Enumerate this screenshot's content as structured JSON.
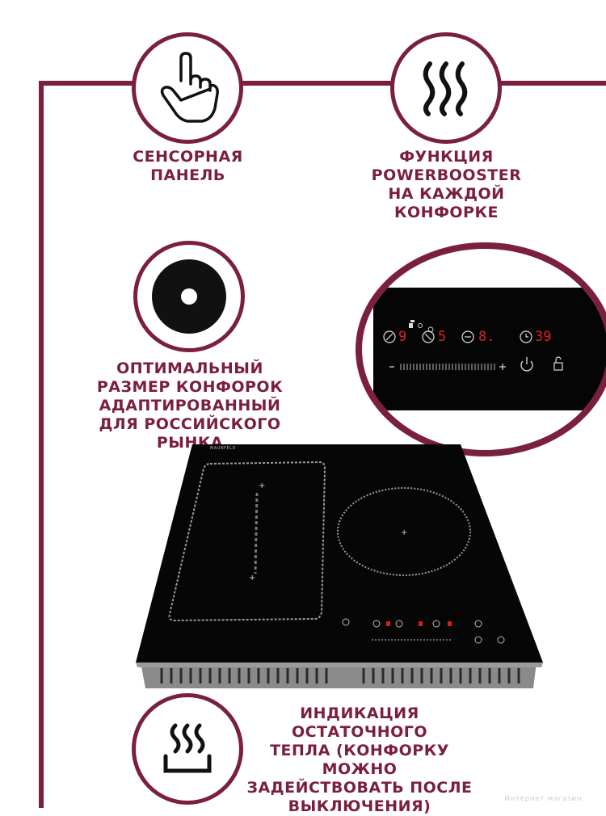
{
  "colors": {
    "brand": "#7a1f3d",
    "display_red": "#e0202a",
    "glass": "#050505"
  },
  "features": {
    "touch_panel": {
      "icon": "touch-hand-icon",
      "label": "СЕНСОРНАЯ\nПАНЕЛЬ"
    },
    "powerbooster": {
      "icon": "heat-waves-icon",
      "label": "ФУНКЦИЯ\nPOWERBOOSTER\nНА КАЖДОЙ\nКОНФОРКЕ"
    },
    "burner_size": {
      "icon": "burner-disc-icon",
      "label": "ОПТИМАЛЬНЫЙ\nРАЗМЕР КОНФОРОК\nАДАПТИРОВАННЫЙ\nДЛЯ РОССИЙСКОГО РЫНКА"
    },
    "residual_heat": {
      "icon": "residual-heat-icon",
      "label": "ИНДИКАЦИЯ ОСТАТОЧНОГО\nТЕПЛА (КОНФОРКУ МОЖНО\nЗАДЕЙСТВОВАТЬ ПОСЛЕ\nВЫКЛЮЧЕНИЯ)"
    }
  },
  "control_panel": {
    "zone1_level": "9",
    "zone2_level": "5",
    "timer_zone": "8.",
    "clock": "39",
    "minus": "–",
    "plus": "+"
  },
  "hob": {
    "brand_label": "MAUNFELD"
  },
  "watermark": "Интернет магазин"
}
